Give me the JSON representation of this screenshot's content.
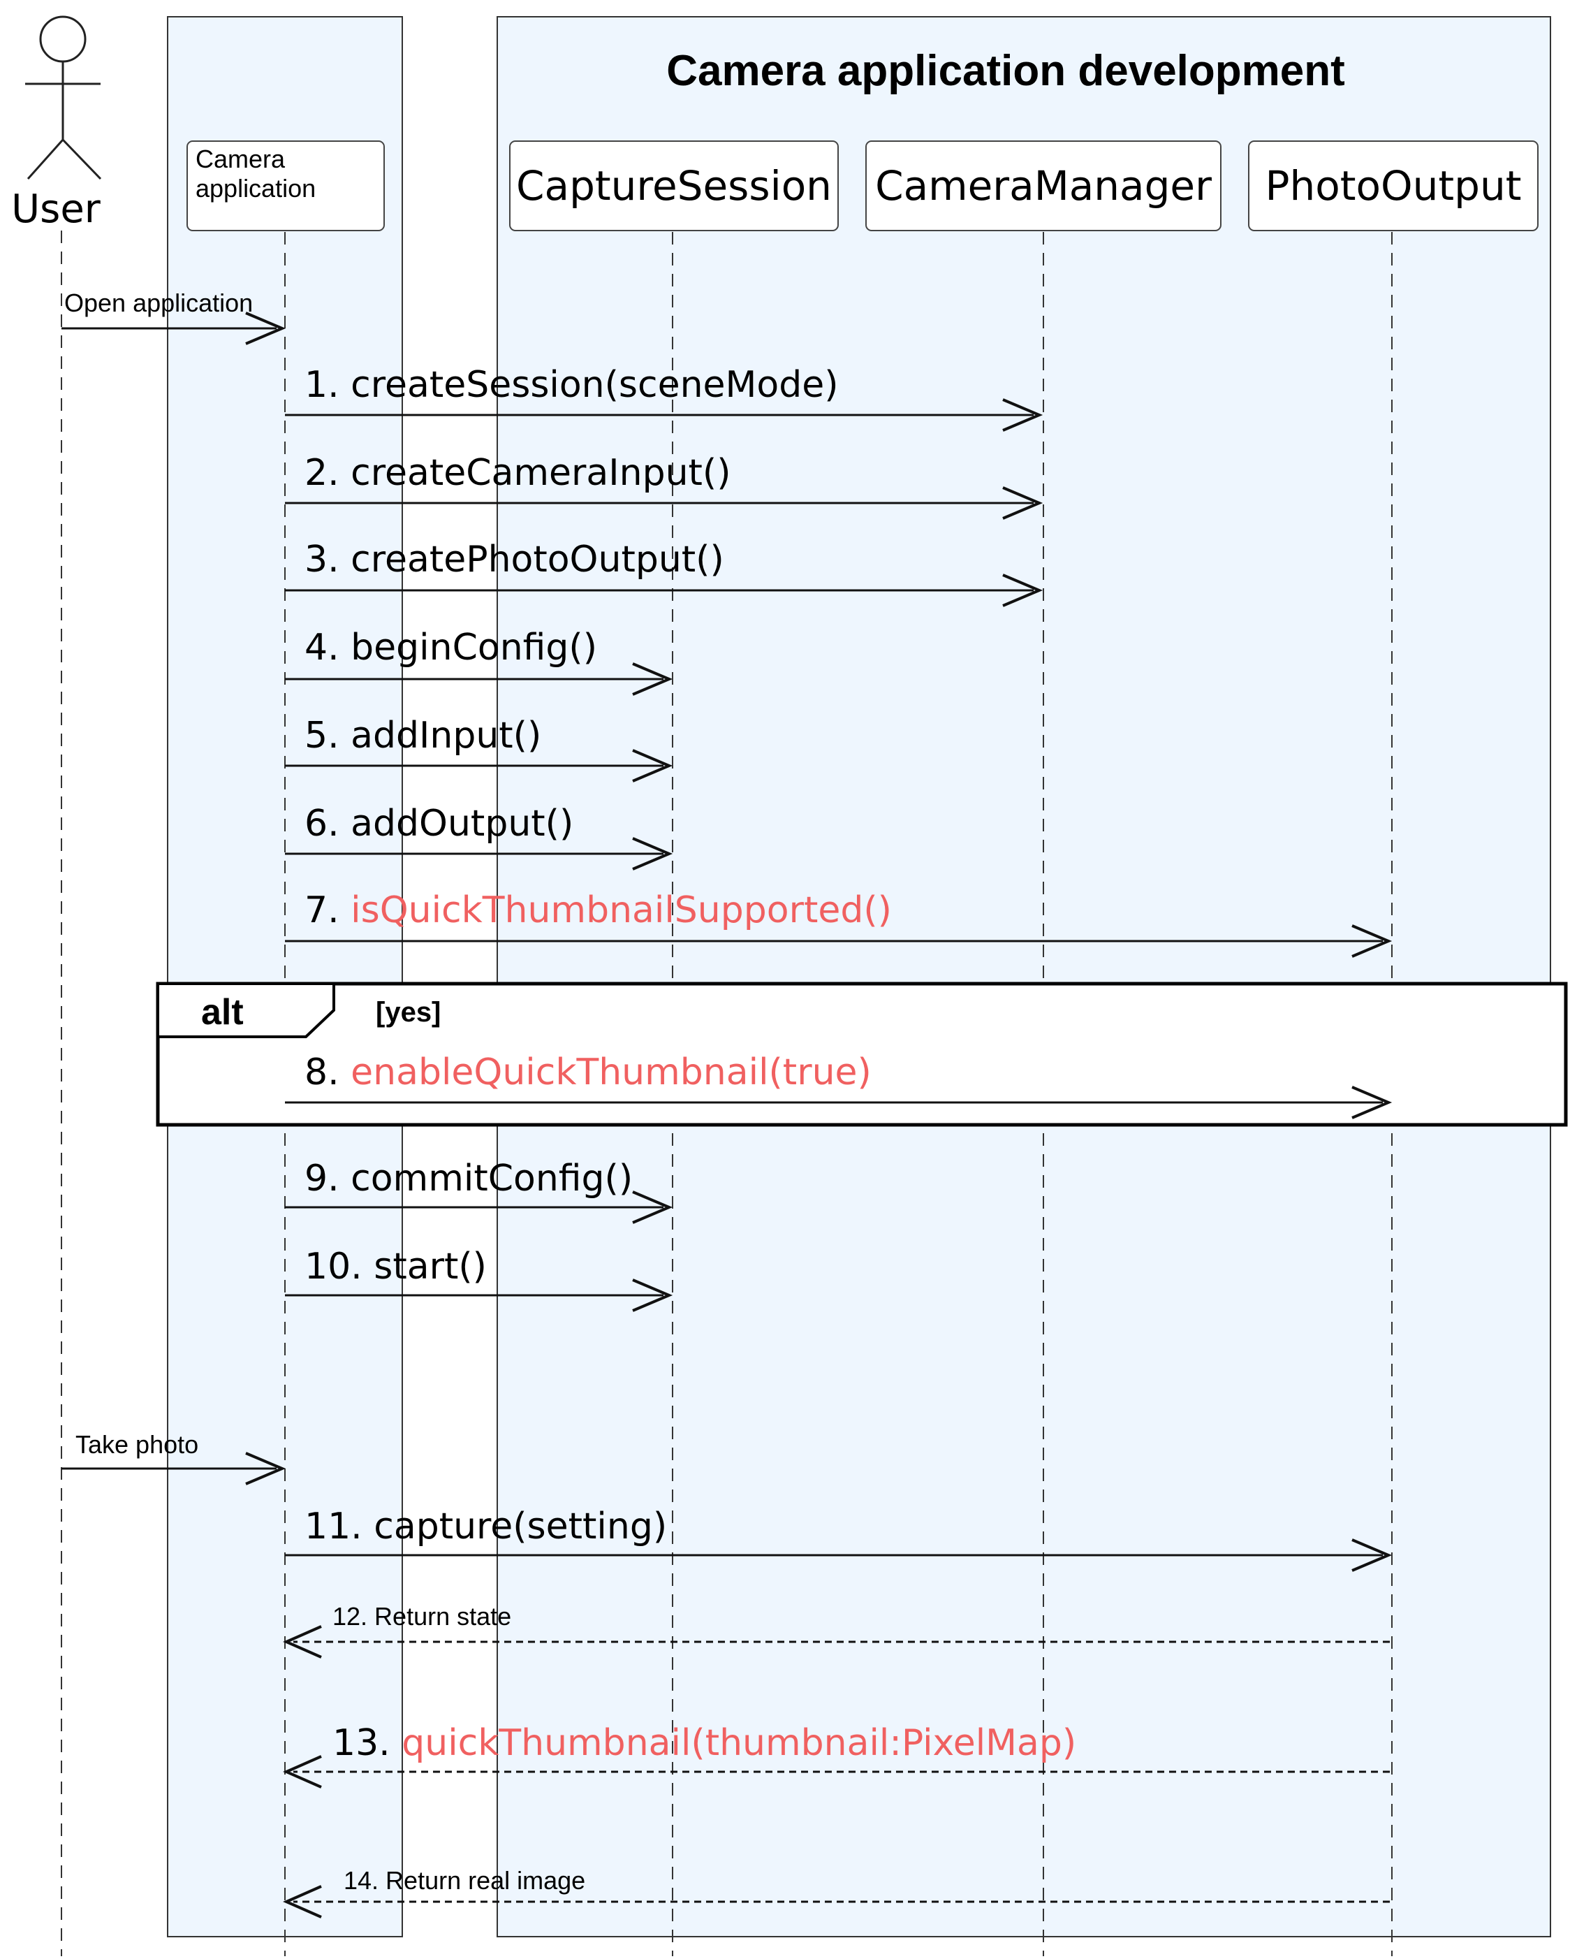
{
  "diagram": {
    "group_title": "Camera application development",
    "highlight_color": "#f06060",
    "lane_fill": "#eef6fe",
    "actor": {
      "label": "User"
    },
    "participants": [
      {
        "id": "app",
        "label_line1": "Camera",
        "label_line2": "application"
      },
      {
        "id": "session",
        "label": "CaptureSession"
      },
      {
        "id": "manager",
        "label": "CameraManager"
      },
      {
        "id": "output",
        "label": "PhotoOutput"
      }
    ],
    "fragment": {
      "keyword": "alt",
      "guard": "[yes]"
    },
    "messages": [
      {
        "id": "m0",
        "text": "Open application",
        "from": "user",
        "to": "app",
        "style": "solid-small"
      },
      {
        "id": "m1",
        "prefix": "1. ",
        "text": "createSession(sceneMode)",
        "from": "app",
        "to": "manager",
        "highlight": false
      },
      {
        "id": "m2",
        "prefix": "2. ",
        "text": "createCameraInput()",
        "from": "app",
        "to": "manager",
        "highlight": false
      },
      {
        "id": "m3",
        "prefix": "3. ",
        "text": "createPhotoOutput()",
        "from": "app",
        "to": "manager",
        "highlight": false
      },
      {
        "id": "m4",
        "prefix": "4. ",
        "text": "beginConfig()",
        "from": "app",
        "to": "session",
        "highlight": false
      },
      {
        "id": "m5",
        "prefix": "5. ",
        "text": "addInput()",
        "from": "app",
        "to": "session",
        "highlight": false
      },
      {
        "id": "m6",
        "prefix": "6. ",
        "text": "addOutput()",
        "from": "app",
        "to": "session",
        "highlight": false
      },
      {
        "id": "m7",
        "prefix": "7. ",
        "text": "isQuickThumbnailSupported()",
        "from": "app",
        "to": "output",
        "highlight": true
      },
      {
        "id": "m8",
        "prefix": "8. ",
        "text": "enableQuickThumbnail(true)",
        "from": "app",
        "to": "output",
        "highlight": true
      },
      {
        "id": "m9",
        "prefix": "9. ",
        "text": "commitConfig()",
        "from": "app",
        "to": "session",
        "highlight": false
      },
      {
        "id": "m10",
        "prefix": "10. ",
        "text": "start()",
        "from": "app",
        "to": "session",
        "highlight": false
      },
      {
        "id": "m_take",
        "text": "Take photo",
        "from": "user",
        "to": "app",
        "style": "solid-small"
      },
      {
        "id": "m11",
        "prefix": "11. ",
        "text": "capture(setting)",
        "from": "app",
        "to": "output",
        "highlight": false
      },
      {
        "id": "m12",
        "text": "12. Return state",
        "from": "output",
        "to": "app",
        "style": "dashed-small"
      },
      {
        "id": "m13",
        "prefix": "13. ",
        "text": "quickThumbnail(thumbnail:PixelMap)",
        "from": "output",
        "to": "app",
        "highlight": true
      },
      {
        "id": "m14",
        "text": "14. Return real image",
        "from": "output",
        "to": "app",
        "style": "dashed-small"
      }
    ]
  }
}
